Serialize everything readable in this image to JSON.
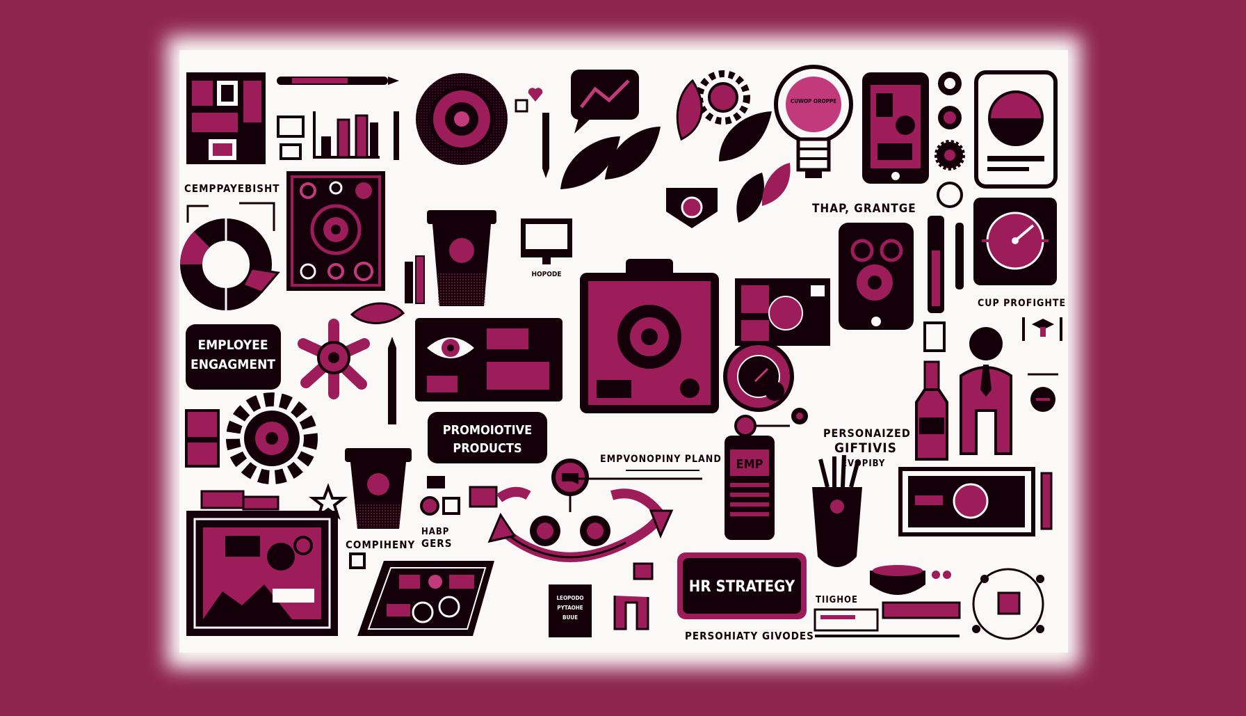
{
  "colors": {
    "border": "#8e2450",
    "paper": "#fbf8f8",
    "ink": "#140008",
    "accent": "#9c1d5a",
    "accent_light": "#c33a7c"
  },
  "labels": {
    "top_left": "CEMPPAYEBISHT",
    "employee_engagement": [
      "EMPLOYEE",
      "ENGAGMENT"
    ],
    "promotional_products": [
      "PROMOIOTIVE",
      "PRODUCTS"
    ],
    "thap_grantge": "THAP, GRANTGE",
    "cup_profighte": "CUP PROFIGHTE",
    "personalized_gifts": [
      "PERSONAIZED",
      "GIFTIVIS",
      "EVOPIBY"
    ],
    "employee_plan": "EMPVONOPINY PLAND",
    "company": "COMPIHENY",
    "habp_gers": [
      "HABP",
      "GERS"
    ],
    "hr_strategy": "HR STRATEGY",
    "personality_guides": "PERSOHIATY GIVODES",
    "tiighoe": "TIIGHOE",
    "phone_emp": "EMP",
    "monitor_caption": "HOPODE",
    "lightbulb_text": "CUWOP OROPPE",
    "book_text": [
      "LEOPODO",
      "PYTAOHE",
      "BUUE"
    ]
  },
  "icons": [
    "building-icon",
    "pen-icon",
    "bar-chart-icon",
    "gear-icon",
    "chart-bubble-icon",
    "sun-gear-icon",
    "lightbulb-icon",
    "smartphone-icon",
    "tablet-pie-icon",
    "target-board-icon",
    "donut-cycle-icon",
    "coffee-cup-icon",
    "monitor-icon",
    "shield-icon",
    "leaf-icon",
    "camera-phone-icon",
    "radar-icon",
    "clipboard-icon",
    "eye-screen-icon",
    "dashboard-icon",
    "gauge-icon",
    "businessman-icon",
    "bottle-icon",
    "virus-network-icon",
    "cog-icon",
    "photo-frame-icon",
    "tilted-tablet-icon",
    "book-icon",
    "phone-emp-icon",
    "pencil-cup-icon",
    "presentation-screen-icon",
    "bowl-icon",
    "cycle-arrows-icon"
  ]
}
